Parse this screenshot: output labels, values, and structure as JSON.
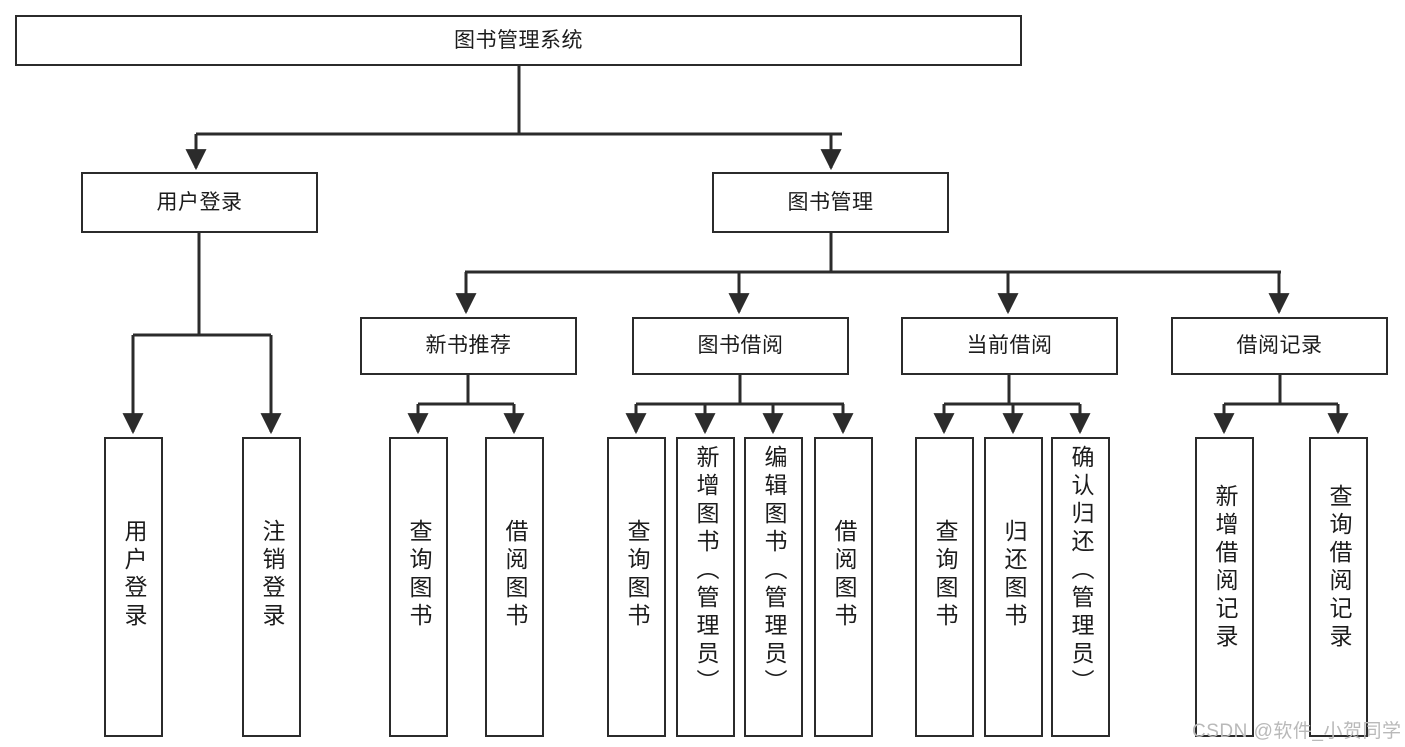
{
  "diagram": {
    "title": "图书管理系统",
    "type": "tree-hierarchy-chart",
    "colors": {
      "box_border": "#2b2b2b",
      "box_fill": "#ffffff",
      "connector": "#2b2b2b",
      "text": "#1c1c1c",
      "watermark": "#b9b9b9",
      "background": "#ffffff"
    },
    "root": {
      "label": "图书管理系统"
    },
    "level2": [
      {
        "label": "用户登录"
      },
      {
        "label": "图书管理"
      }
    ],
    "level3": [
      {
        "label": "新书推荐"
      },
      {
        "label": "图书借阅"
      },
      {
        "label": "当前借阅"
      },
      {
        "label": "借阅记录"
      }
    ],
    "leaves": {
      "user_login": [
        {
          "label": "用户登录"
        },
        {
          "label": "注销登录"
        }
      ],
      "new_book_recommend": [
        {
          "label": "查询图书"
        },
        {
          "label": "借阅图书"
        }
      ],
      "book_borrow": [
        {
          "label": "查询图书"
        },
        {
          "label": "新增图书（管理员）"
        },
        {
          "label": "编辑图书（管理员）"
        },
        {
          "label": "借阅图书"
        }
      ],
      "current_borrow": [
        {
          "label": "查询图书"
        },
        {
          "label": "归还图书"
        },
        {
          "label": "确认归还（管理员）"
        }
      ],
      "borrow_record": [
        {
          "label": "新增借阅记录"
        },
        {
          "label": "查询借阅记录"
        }
      ]
    }
  },
  "watermark": {
    "text": "CSDN @软件_小贺同学"
  }
}
